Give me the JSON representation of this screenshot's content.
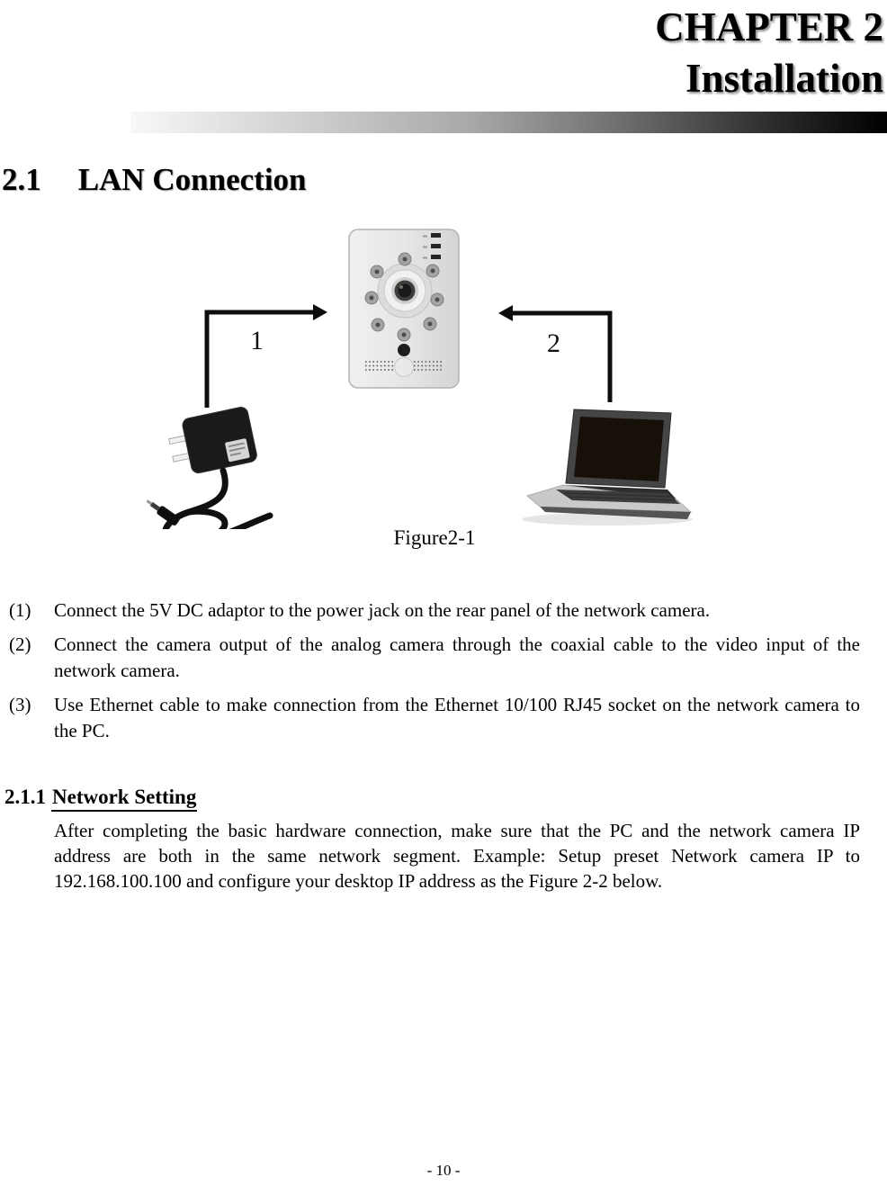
{
  "header": {
    "chapter": "CHAPTER 2",
    "chapter_subtitle": "Installation"
  },
  "section": {
    "number": "2.1",
    "title": "LAN Connection"
  },
  "figure": {
    "caption": "Figure2-1",
    "arrow1_label": "1",
    "arrow2_label": "2"
  },
  "steps": [
    {
      "num": "(1)",
      "text": "Connect the 5V DC adaptor to the power jack on the rear panel of the network camera."
    },
    {
      "num": "(2)",
      "text": "Connect the camera output of the analog camera through the coaxial cable to the video input of the network camera."
    },
    {
      "num": "(3)",
      "text": "Use Ethernet cable to make connection from the Ethernet 10/100 RJ45 socket on the network camera to the PC."
    }
  ],
  "subsection": {
    "number": "2.1.1",
    "title": "Network Setting",
    "body": "After completing the basic hardware connection, make sure that the PC and the network camera IP address are both in the same network segment. Example: Setup preset Network camera IP to 192.168.100.100 and configure your desktop IP address as the Figure 2-2 below."
  },
  "footer": {
    "page_number": "- 10 -"
  }
}
